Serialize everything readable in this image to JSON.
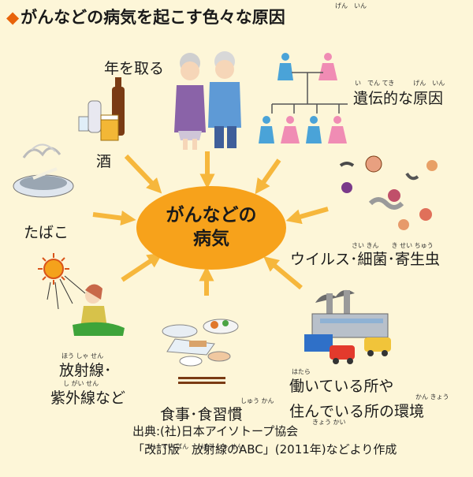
{
  "title": {
    "diamond": "◆",
    "text": "がんなどの病気を起こす色々な原因",
    "ruby": "げん　いん"
  },
  "center": {
    "line1": "がんなどの",
    "line2": "病気"
  },
  "causes": {
    "age": "年を取る",
    "heredity": "遺伝的な原因",
    "heredity_ruby": "い　でん てき　　　げん　いん",
    "alcohol": "酒",
    "tobacco": "たばこ",
    "infection": "ウイルス･細菌･寄生虫",
    "infection_ruby": "さい きん　　き せい ちゅう",
    "radiation_line1": "放射線･",
    "radiation_line2": "紫外線など",
    "radiation_ruby1": "ほう しゃ せん",
    "radiation_ruby2": "し がい せん",
    "diet": "食事･食習慣",
    "diet_ruby": "しゅう かん",
    "work_line1": "働いている所や",
    "work_line2": "住んでいる所の環境",
    "work_ruby1": "はたら",
    "work_ruby2": "かん きょう"
  },
  "source": {
    "line1": "出典:(社)日本アイソトープ協会",
    "line1_ruby": "きょう かい",
    "line2": "「改訂版　放射線のABC」(2011年)などより作成",
    "line2_ruby": "かい てい ばん　　ほう しゃ せん"
  },
  "colors": {
    "center_fill": "#f7a21b",
    "arrow": "#f6b73c",
    "accent": "#e8630a",
    "background": "#fdf6d8"
  }
}
